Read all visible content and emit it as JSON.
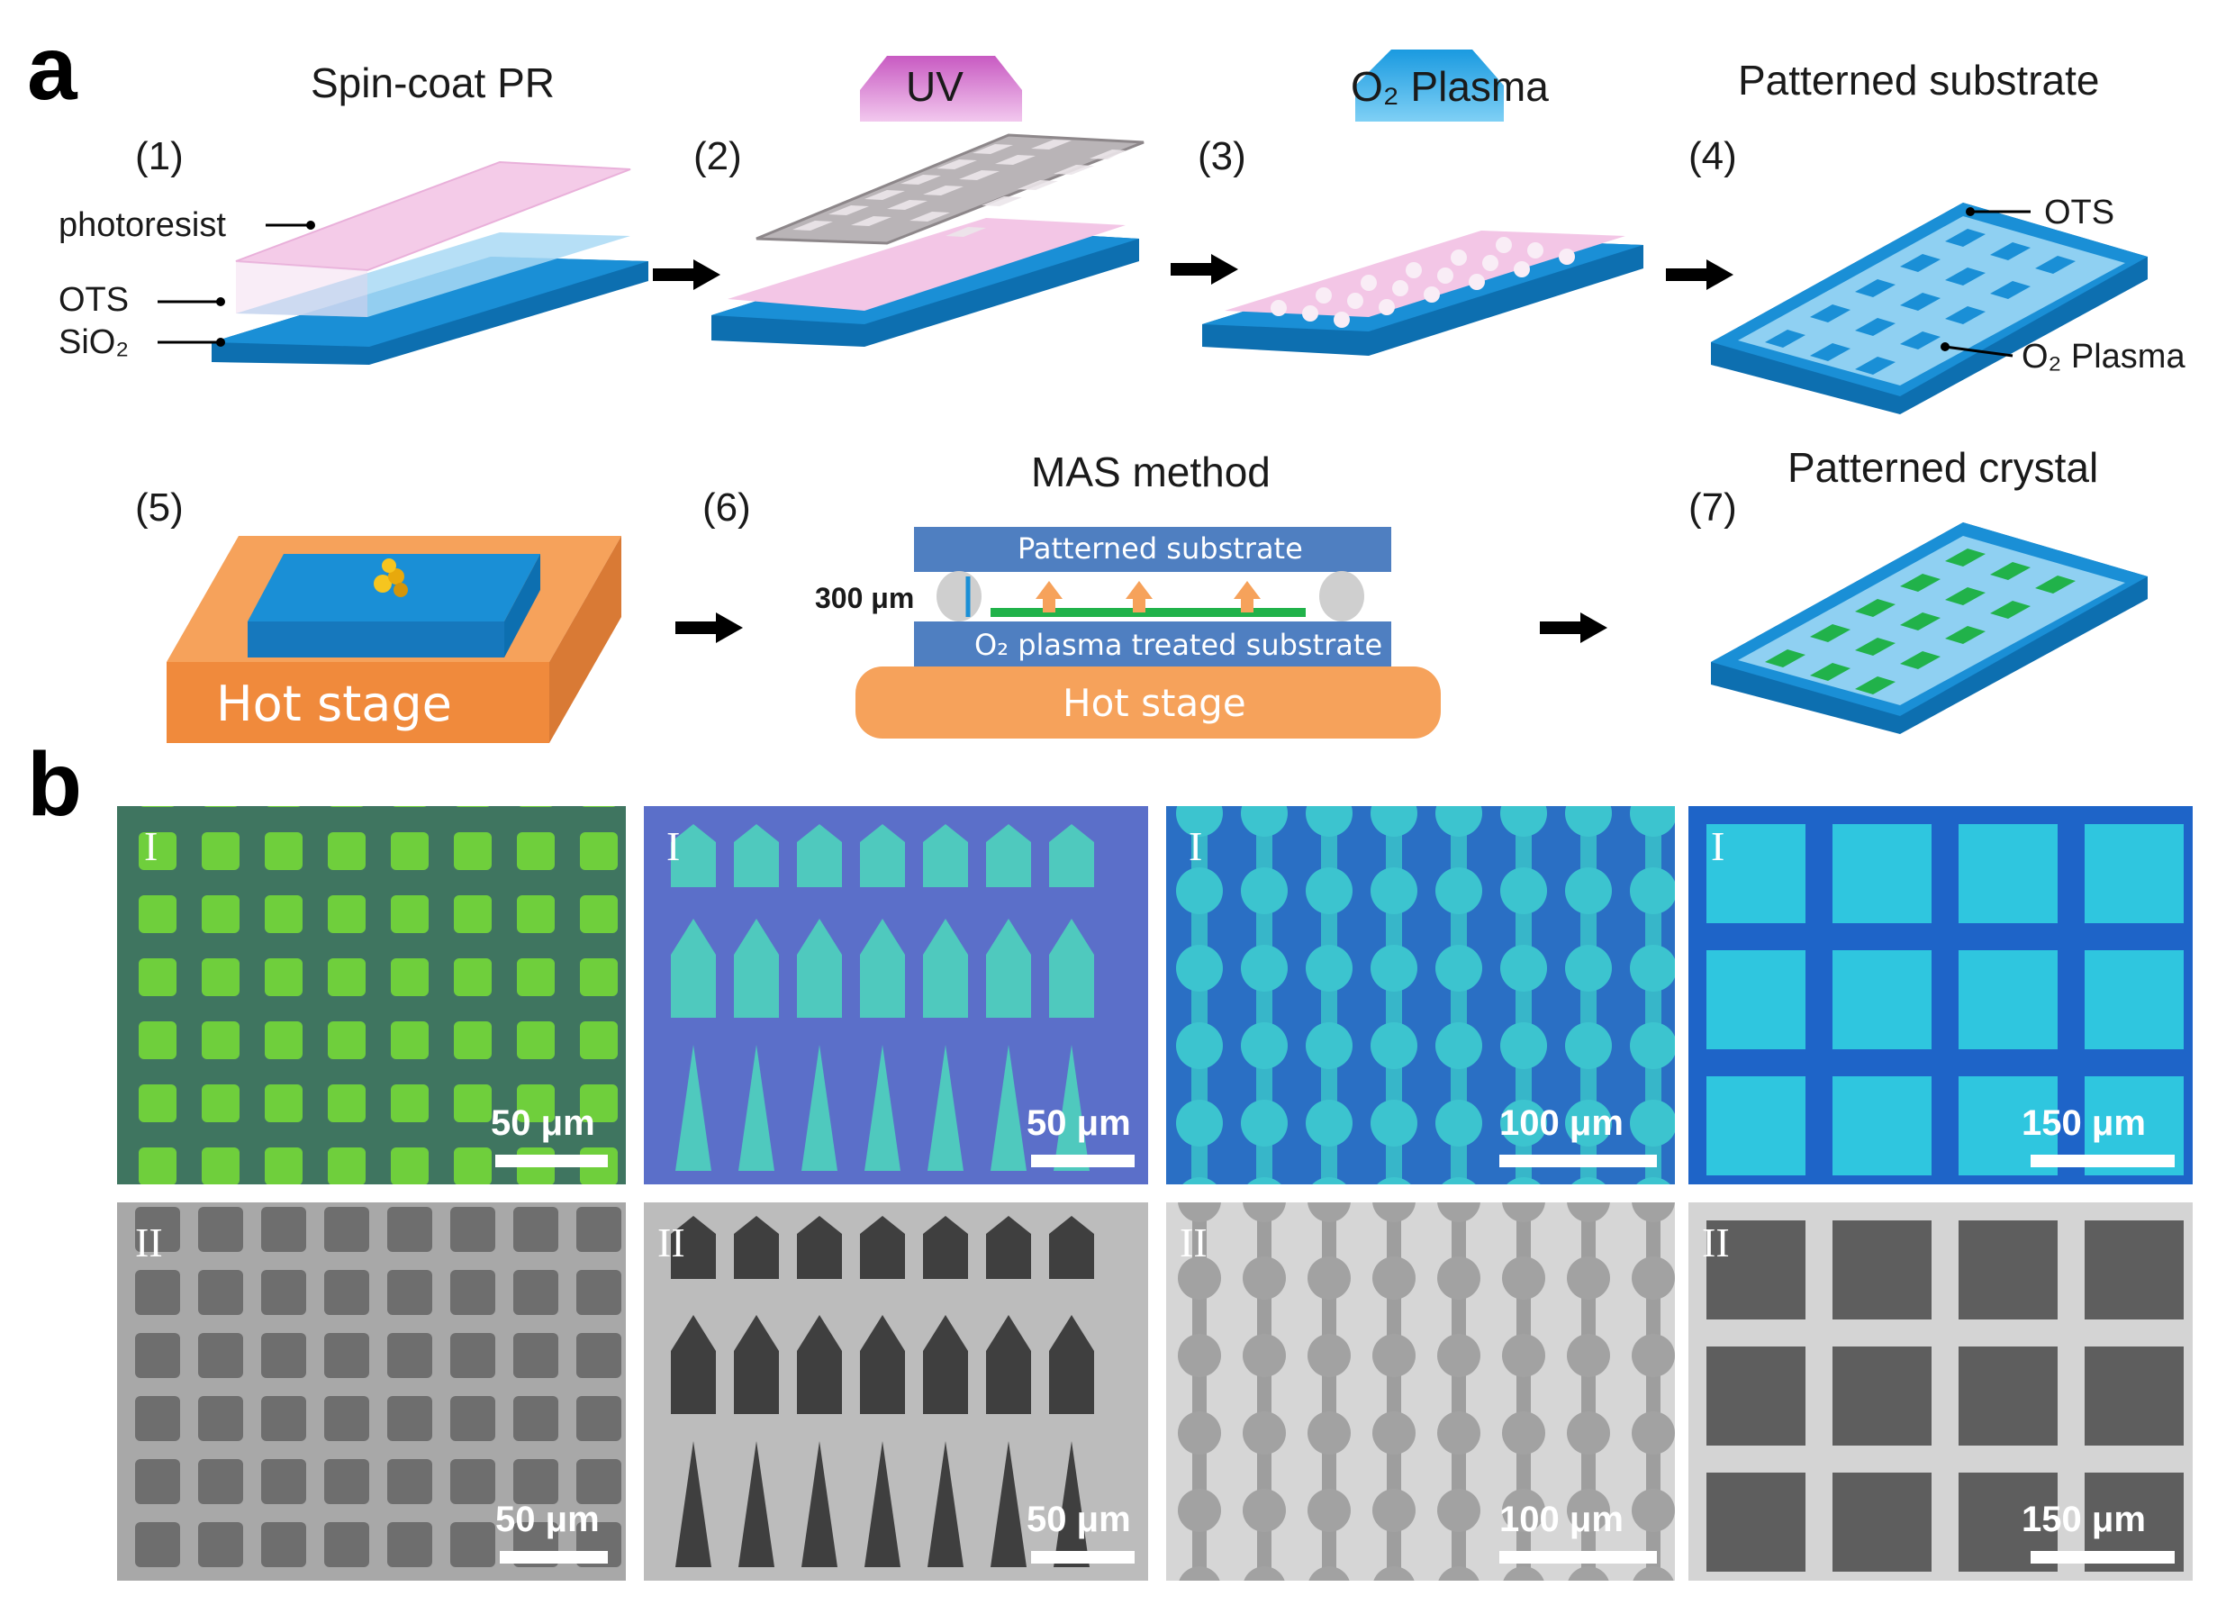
{
  "panel_a": {
    "letter": "a",
    "steps": [
      {
        "num": "(1)",
        "title": "Spin-coat PR"
      },
      {
        "num": "(2)",
        "title": "UV"
      },
      {
        "num": "(3)",
        "title": "O₂ Plasma"
      },
      {
        "num": "(4)",
        "title": "Patterned substrate"
      },
      {
        "num": "(5)",
        "title": ""
      },
      {
        "num": "(6)",
        "title": "MAS method"
      },
      {
        "num": "(7)",
        "title": "Patterned crystal"
      }
    ],
    "layer_labels": {
      "photoresist": "photoresist",
      "ots": "OTS",
      "sio2": "SiO₂"
    },
    "step4_labels": {
      "ots": "OTS",
      "plasma": "O₂ Plasma"
    },
    "hot_stage": "Hot stage",
    "mas": {
      "top_plate": "Patterned substrate",
      "bottom_plate": "O₂ plasma treated substrate",
      "gap": "300 μm",
      "stage": "Hot stage"
    }
  },
  "panel_b": {
    "letter": "b",
    "columns": [
      {
        "shape": "square",
        "scale_optical": "50 μm",
        "scale_sem": "50 μm"
      },
      {
        "shape": "pentagon",
        "scale_optical": "50 μm",
        "scale_sem": "50 μm"
      },
      {
        "shape": "chain",
        "scale_optical": "100 μm",
        "scale_sem": "100 μm"
      },
      {
        "shape": "grid",
        "scale_optical": "150 μm",
        "scale_sem": "150 μm"
      }
    ],
    "row_labels": {
      "optical": "I",
      "sem": "II"
    }
  },
  "colors": {
    "substrate": "#1a8fd6",
    "substrate_side": "#0d6fb0",
    "photoresist": "#f3c6e6",
    "mask": "#b9b4b7",
    "hot_stage": "#f6a25b",
    "crystal": "#21b24a",
    "ots_light": "#8fd0f2"
  }
}
